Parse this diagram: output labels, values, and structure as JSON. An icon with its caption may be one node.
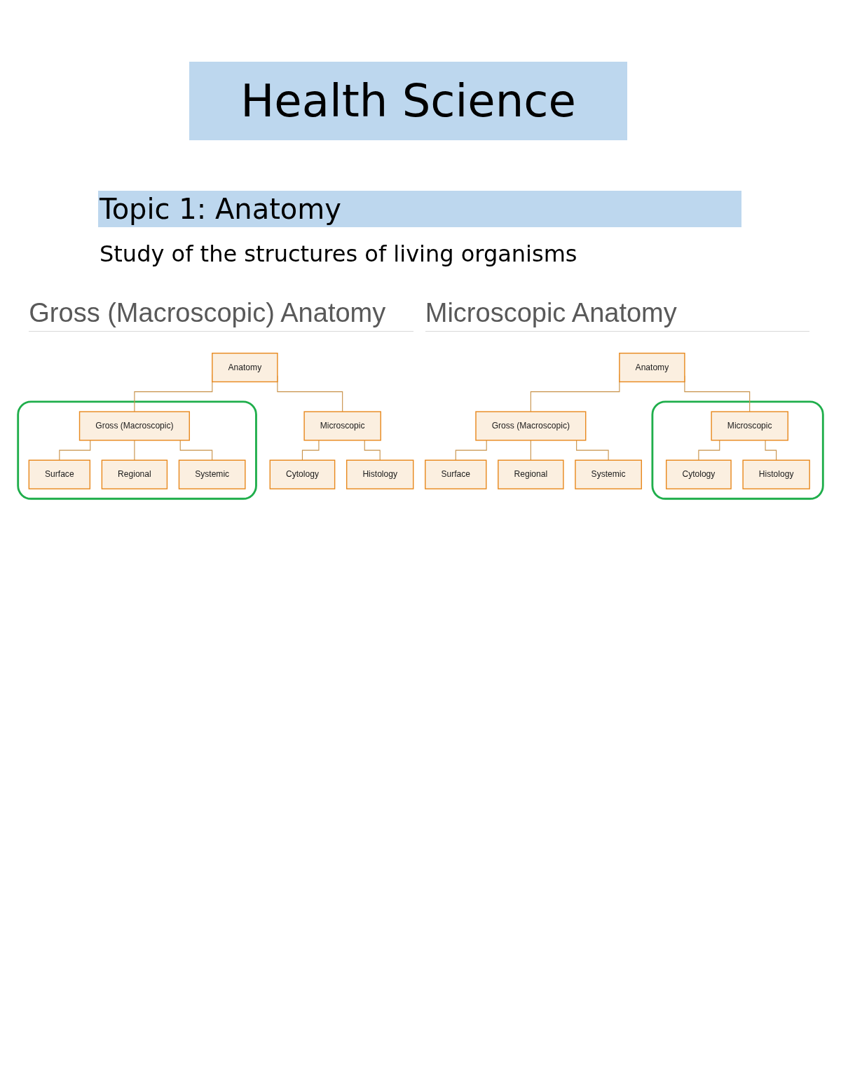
{
  "diagram": {
    "title": "Health Science",
    "nodes": [
      {
        "text": [
          "Anatomy"
        ]
      },
      {
        "text": [],
        "shape": "box"
      },
      {
        "text": [
          "Gross (Macroscopic)"
        ],
        "in": 1
      },
      {
        "text": [
          "Microscopic"
        ]
      },
      {
        "text": [
          "Surface"
        ],
        "in": 1
      },
      {
        "text": [
          "Regional"
        ],
        "in": 1
      },
      {
        "text": [
          "Systemic"
        ],
        "in": 1
      },
      {
        "text": [
          "Cytology"
        ]
      },
      {
        "text": [
          "Histology"
        ]
      },
      {
        "text": [
          "Anatomy"
        ]
      },
      {
        "text": [
          "Gross (Macroscopic)"
        ]
      },
      {
        "text": [],
        "shape": "box"
      },
      {
        "text": [
          "Microscopic"
        ],
        "in": 11
      },
      {
        "text": [
          "Surface"
        ]
      },
      {
        "text": [
          "Regional"
        ]
      },
      {
        "text": [
          "Systemic"
        ]
      },
      {
        "text": [
          "Cytology"
        ],
        "in": 11
      },
      {
        "text": [
          "Histology"
        ],
        "in": 11
      }
    ],
    "edges": [
      {
        "from": 0,
        "to": 2,
        "arrow": "none"
      },
      {
        "from": 0,
        "to": 3,
        "arrow": "none"
      },
      {
        "from": 2,
        "to": 4,
        "arrow": "none"
      },
      {
        "from": 2,
        "to": 5,
        "arrow": "none"
      },
      {
        "from": 2,
        "to": 6,
        "arrow": "none"
      },
      {
        "from": 3,
        "to": 7,
        "arrow": "none"
      },
      {
        "from": 3,
        "to": 8,
        "arrow": "none"
      },
      {
        "from": 9,
        "to": 10,
        "arrow": "none"
      },
      {
        "from": 9,
        "to": 12,
        "arrow": "none"
      },
      {
        "from": 10,
        "to": 13,
        "arrow": "none"
      },
      {
        "from": 10,
        "to": 14,
        "arrow": "none"
      },
      {
        "from": 10,
        "to": 15,
        "arrow": "none"
      },
      {
        "from": 12,
        "to": 16,
        "arrow": "none"
      },
      {
        "from": 12,
        "to": 17,
        "arrow": "none"
      }
    ],
    "labels": [
      "Topic 1: Anatomy",
      "Study of the structures of living organisms",
      "Gross (Macroscopic) Anatomy",
      "Microscopic Anatomy"
    ]
  }
}
